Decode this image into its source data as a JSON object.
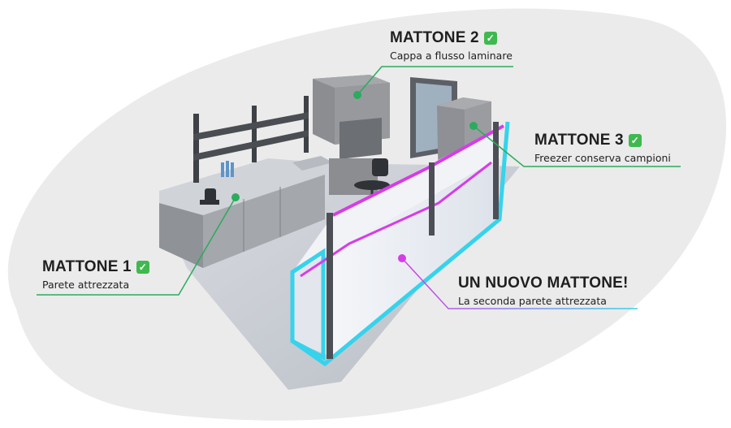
{
  "colors": {
    "background_blob": "#ebebeb",
    "green_line": "#2bab5e",
    "check_green": "#3fb94f",
    "magenta": "#d63ce8",
    "cyan": "#35d3ec",
    "floor": "#c9cdd3",
    "panel": "#e9ecf1",
    "frame": "#4c5056",
    "cabinet": "#8b8d91"
  },
  "callouts": [
    {
      "title": "MATTONE 1",
      "subtitle": "Parete attrezzata",
      "status_icon": "check-mark-icon"
    },
    {
      "title": "MATTONE 2",
      "subtitle": "Cappa a flusso laminare",
      "status_icon": "check-mark-icon"
    },
    {
      "title": "MATTONE 3",
      "subtitle": "Freezer conserva campioni",
      "status_icon": "check-mark-icon"
    },
    {
      "title": "UN NUOVO MATTONE!",
      "subtitle": "La seconda parete attrezzata",
      "status_icon": ""
    }
  ]
}
